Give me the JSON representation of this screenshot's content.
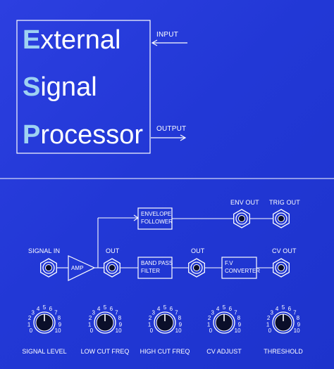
{
  "header": {
    "title_lines": [
      {
        "initial": "E",
        "rest": "xternal"
      },
      {
        "initial": "S",
        "rest": "ignal"
      },
      {
        "initial": "P",
        "rest": "rocessor"
      }
    ],
    "input_label": "INPUT",
    "output_label": "OUTPUT"
  },
  "diagram": {
    "signal_in": "SIGNAL IN",
    "amp": "AMP",
    "amp_out": "OUT",
    "envelope_follower": [
      "ENVELOPE",
      "FOLLOWER"
    ],
    "env_out": "ENV OUT",
    "trig_out": "TRIG OUT",
    "band_pass_filter": [
      "BAND PASS",
      "FILTER"
    ],
    "bpf_out": "OUT",
    "fv_converter": [
      "F.V",
      "CONVERTER"
    ],
    "cv_out": "CV OUT"
  },
  "knobs": {
    "scale": [
      "0",
      "1",
      "2",
      "3",
      "4",
      "5",
      "6",
      "7",
      "8",
      "9",
      "10"
    ],
    "labels": [
      "SIGNAL LEVEL",
      "LOW CUT FREQ",
      "HIGH CUT FREQ",
      "CV ADJUST",
      "THRESHOLD"
    ]
  },
  "colors": {
    "panel_blue": "#2238d6",
    "title_initial": "#9ed2f2",
    "ink": "#ffffff",
    "knob_body": "#0b0f2a"
  }
}
